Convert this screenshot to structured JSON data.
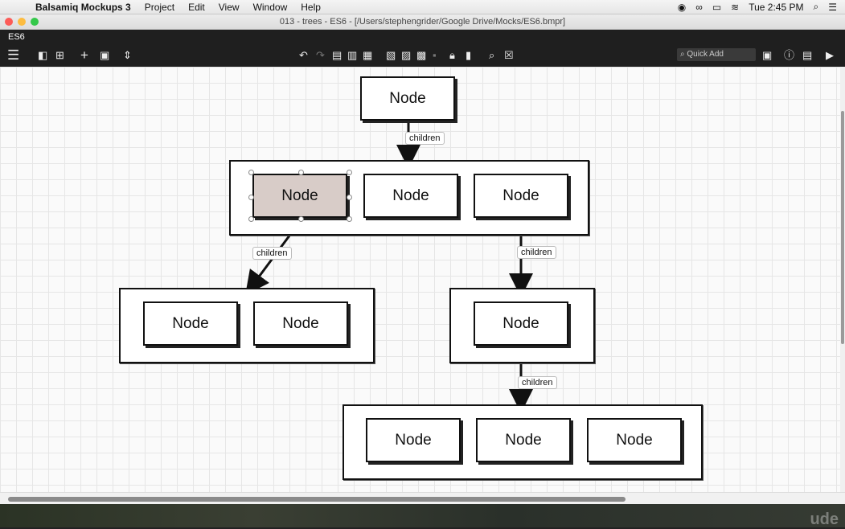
{
  "menubar": {
    "app_name": "Balsamiq Mockups 3",
    "items": [
      "Project",
      "Edit",
      "View",
      "Window",
      "Help"
    ],
    "clock": "Tue 2:45 PM"
  },
  "window": {
    "title": "013 - trees - ES6 - [/Users/stephengrider/Google Drive/Mocks/ES6.bmpr]",
    "project_tab": "ES6"
  },
  "toolbar": {
    "quick_add_placeholder": "Quick Add"
  },
  "diagram": {
    "root_node": "Node",
    "level1_nodes": [
      "Node",
      "Node",
      "Node"
    ],
    "level2_left_nodes": [
      "Node",
      "Node"
    ],
    "level2_right_nodes": [
      "Node"
    ],
    "level3_nodes": [
      "Node",
      "Node",
      "Node"
    ],
    "edge_labels": [
      "children",
      "children",
      "children",
      "children"
    ],
    "selected_node_fill": "#d8ccc8"
  },
  "watermark": "ude"
}
